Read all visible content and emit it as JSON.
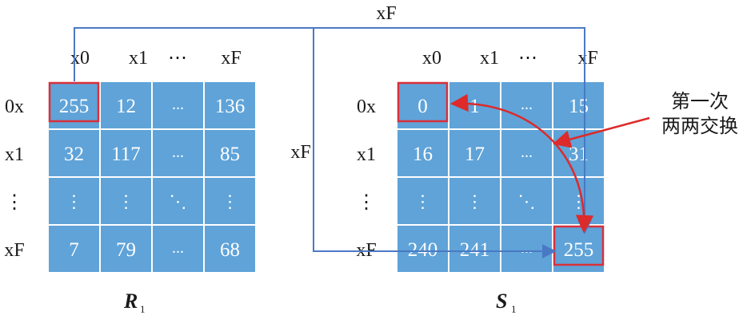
{
  "matrix_r": {
    "name": "R",
    "subscript": "1",
    "col_headers": [
      "x0",
      "x1",
      "⋯",
      "xF"
    ],
    "row_headers": [
      "0x",
      "x1",
      "⋮",
      "xF"
    ],
    "cells": [
      [
        "255",
        "12",
        "...",
        "136"
      ],
      [
        "32",
        "117",
        "...",
        "85"
      ],
      [
        "⋮",
        "⋮",
        "⋱",
        "⋮"
      ],
      [
        "7",
        "79",
        "...",
        "68"
      ]
    ]
  },
  "matrix_s": {
    "name": "S",
    "subscript": "1",
    "col_headers": [
      "x0",
      "x1",
      "⋯",
      "xF"
    ],
    "row_headers": [
      "0x",
      "x1",
      "⋮",
      "xF"
    ],
    "cells": [
      [
        "0",
        "1",
        "...",
        "15"
      ],
      [
        "16",
        "17",
        "...",
        "31"
      ],
      [
        "⋮",
        "⋮",
        "⋱",
        "⋮"
      ],
      [
        "240",
        "241",
        "...",
        "255"
      ]
    ]
  },
  "connector_labels": {
    "top": "xF",
    "middle": "xF"
  },
  "annotation": {
    "line1": "第一次",
    "line2": "两两交换"
  },
  "colors": {
    "cell_fill": "#5fa3d8",
    "highlight_border": "#d9303a",
    "connector_line": "#4a79c4",
    "swap_arrow": "#dd2a2a"
  }
}
